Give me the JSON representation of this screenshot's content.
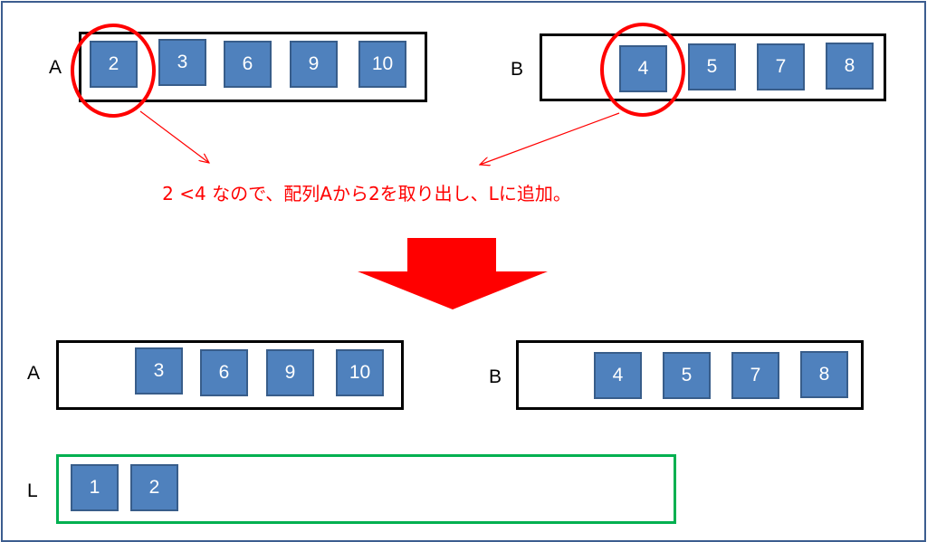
{
  "top": {
    "A": {
      "label": "A",
      "values": [
        "2",
        "3",
        "6",
        "9",
        "10"
      ]
    },
    "B": {
      "label": "B",
      "values": [
        "4",
        "5",
        "7",
        "8"
      ]
    }
  },
  "message": "2 <4 なので、配列Aから2を取り出し、Lに追加。",
  "bottom": {
    "A": {
      "label": "A",
      "values": [
        "3",
        "6",
        "9",
        "10"
      ]
    },
    "B": {
      "label": "B",
      "values": [
        "4",
        "5",
        "7",
        "8"
      ]
    },
    "L": {
      "label": "L",
      "values": [
        "1",
        "2"
      ]
    }
  },
  "colors": {
    "box_fill": "#4f81bd",
    "highlight": "#ff0000",
    "result_border": "#00b050",
    "frame": "#3c5d8f"
  }
}
